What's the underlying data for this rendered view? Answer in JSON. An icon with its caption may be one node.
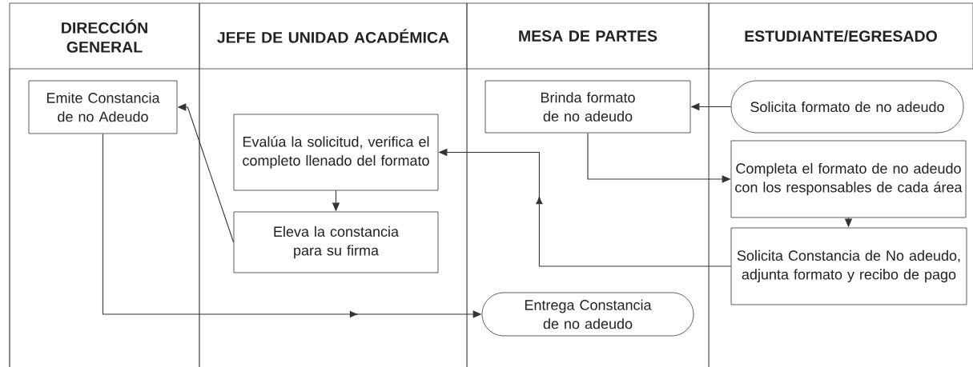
{
  "diagram": {
    "nodes": [
      {
        "text": [
          "DIRECCIÓN GENERAL"
        ]
      },
      {
        "text": [
          "JEFE DE UNIDAD ACADÉMICA"
        ]
      },
      {
        "text": [
          "MESA DE PARTES"
        ]
      },
      {
        "text": [
          "ESTUDIANTE/EGRESADO"
        ]
      },
      {
        "text": [
          "Emite Constancia de no Adeudo"
        ]
      },
      {
        "text": [
          "Brinda formato de no adeudo"
        ]
      },
      {
        "text": [
          "Solicita formato de no adeudo"
        ]
      },
      {
        "text": [
          "Evalúa la solicitud, verifica el completo llenado del formato"
        ]
      },
      {
        "text": [
          "Completa el formato de no adeudo con los responsables de cada área"
        ]
      },
      {
        "text": [
          "Eleva la constancia para su firma"
        ]
      },
      {
        "text": [
          "Solicita Constancia de No adeudo, adjunta formato y recibo de pago"
        ]
      },
      {
        "text": [
          "Entrega Constancia de no adeudo"
        ]
      }
    ],
    "edges": [
      {
        "from": 6,
        "to": 5,
        "arrow": "to"
      },
      {
        "from": 5,
        "to": 8,
        "arrow": "to"
      },
      {
        "from": 8,
        "to": 10,
        "arrow": "to"
      },
      {
        "from": 10,
        "to": 7,
        "arrow": "to"
      },
      {
        "from": 7,
        "to": 9,
        "arrow": "to"
      },
      {
        "from": 9,
        "to": 4,
        "arrow": "to"
      },
      {
        "from": 4,
        "to": 11,
        "arrow": "to"
      }
    ]
  }
}
